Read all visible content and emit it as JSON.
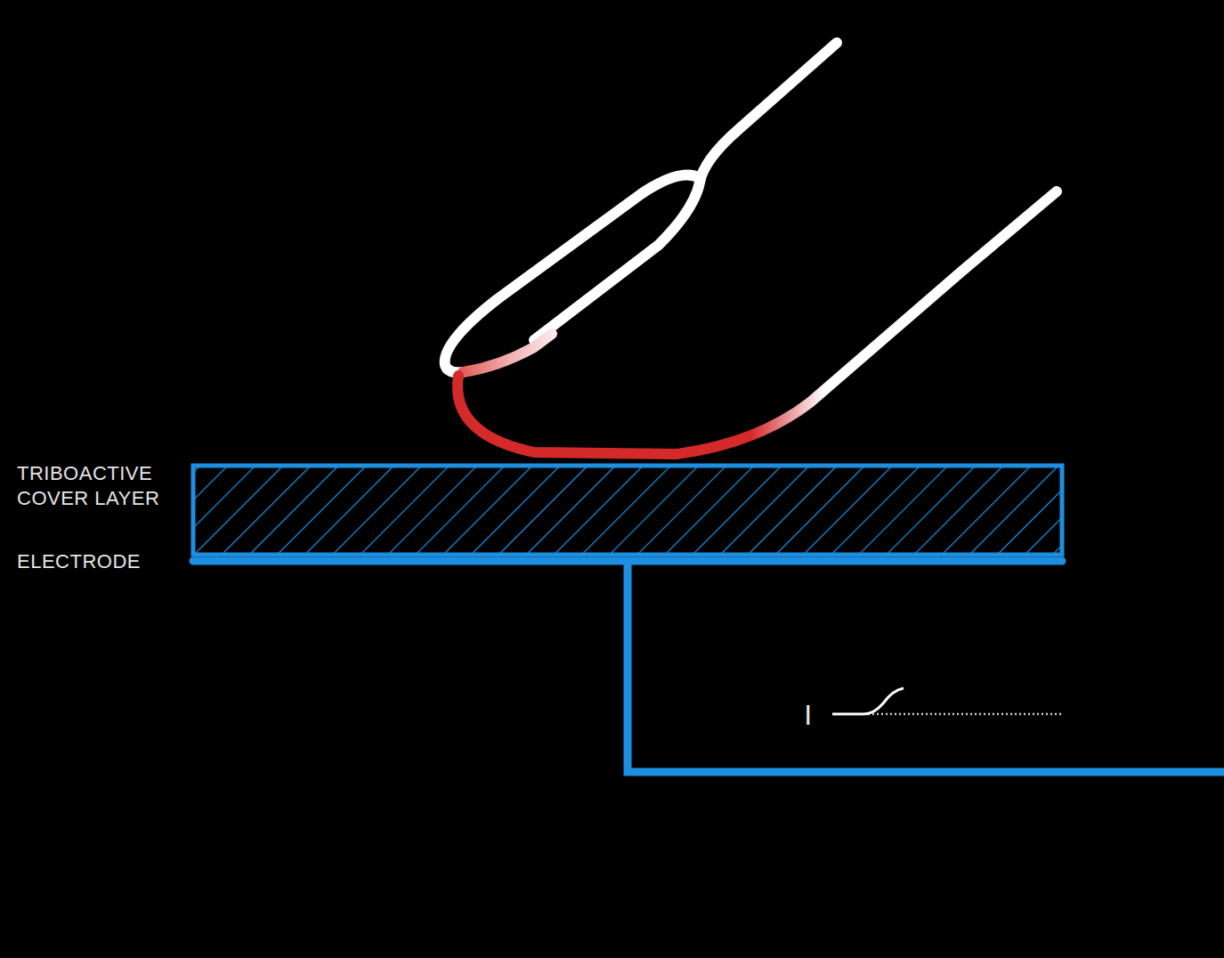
{
  "diagram": {
    "labels": [
      "TRIBOACTIVE COVER LAYER",
      "ELECTRODE",
      "I"
    ]
  }
}
